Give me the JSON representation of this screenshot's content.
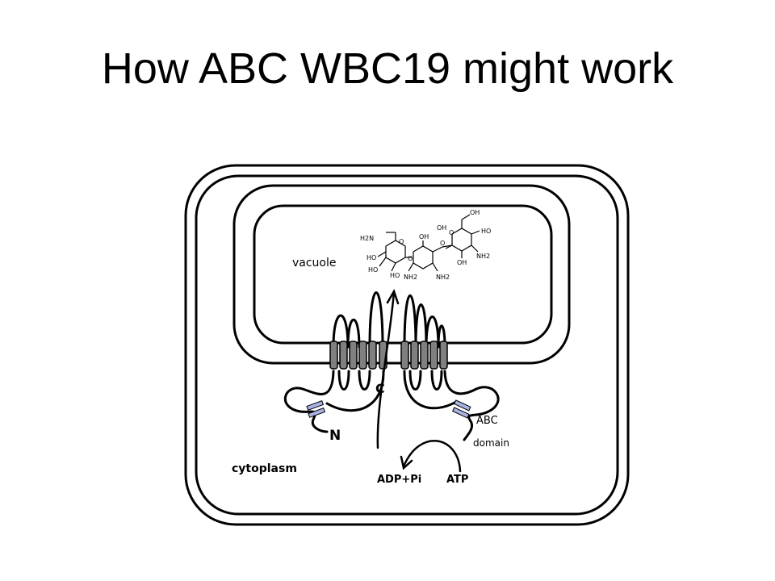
{
  "slide": {
    "title": "How ABC WBC19 might work"
  },
  "labels": {
    "vacuole": "vacuole",
    "cytoplasm": "cytoplasm",
    "c_terminus": "C",
    "n_terminus": "N",
    "abc_line1": "ABC",
    "abc_line2": "domain",
    "adp": "ADP+Pi",
    "atp": "ATP"
  },
  "molecule": {
    "h2n": "H2N",
    "ho1": "HO",
    "ho2": "HO",
    "ho3": "HO",
    "ho4": "HO",
    "oh1": "OH",
    "oh2": "OH",
    "oh3": "OH",
    "oh4": "OH",
    "nh2_1": "NH2",
    "nh2_2": "NH2",
    "nh2_3": "NH2",
    "o1": "O",
    "o2": "O",
    "o3": "O",
    "o4": "O"
  },
  "colors": {
    "outline": "#000000",
    "helix_fill": "#808080",
    "abc_motif": "#a9b4e6"
  }
}
